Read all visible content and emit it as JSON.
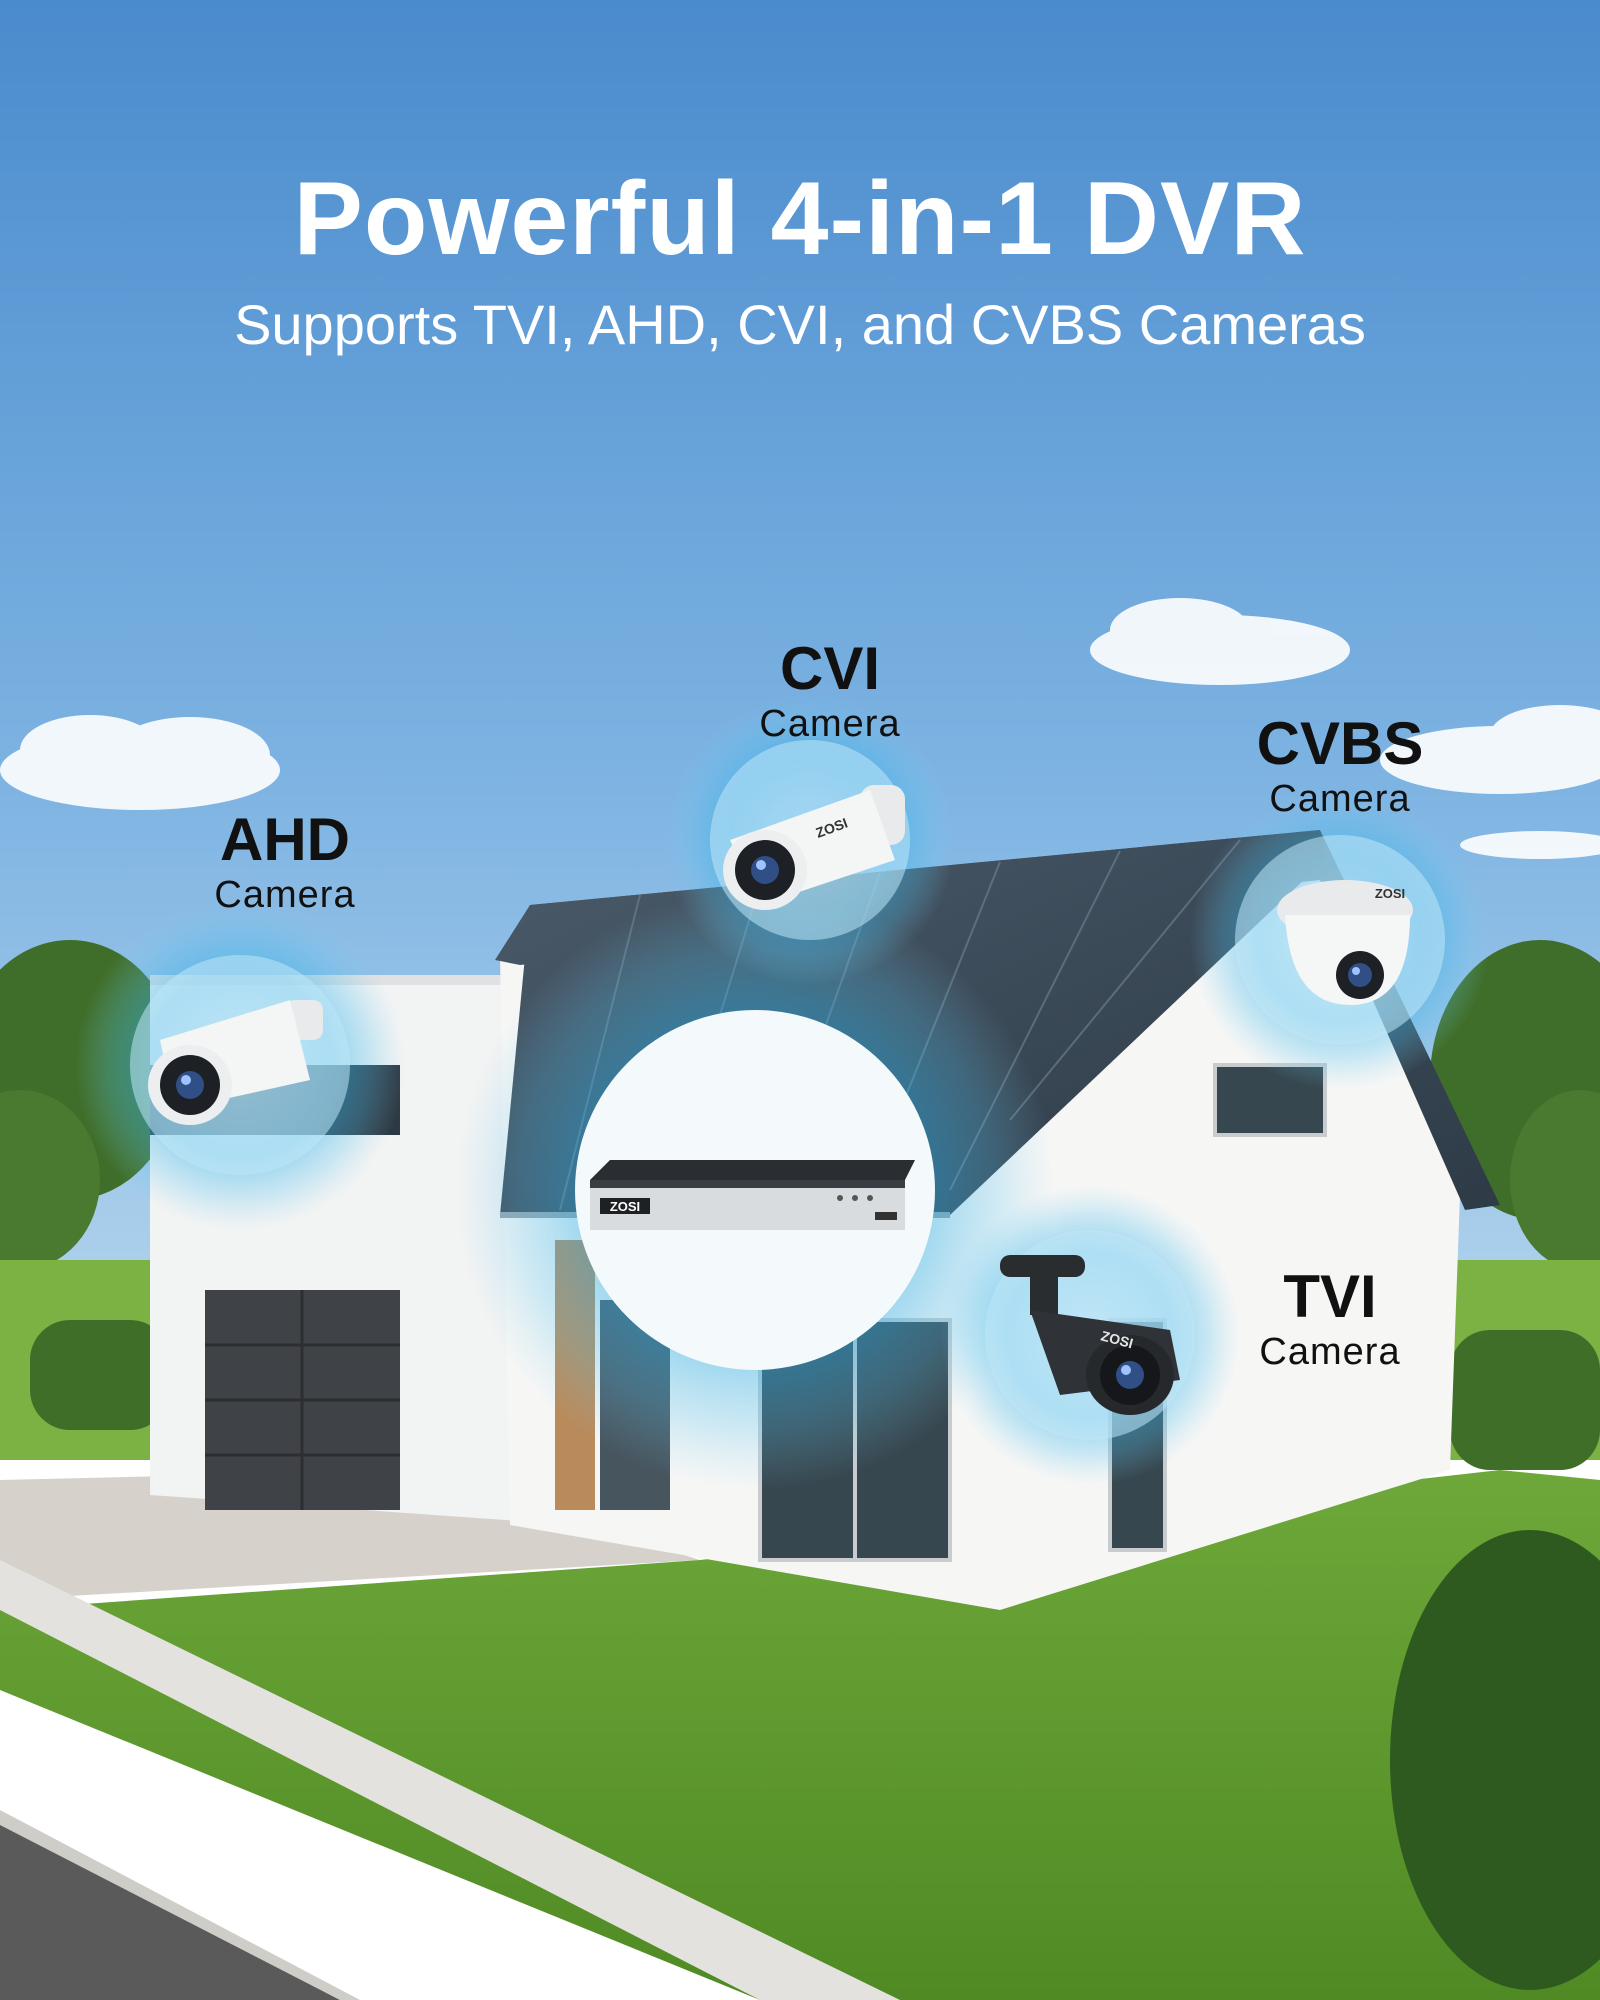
{
  "hero": {
    "title": "Powerful 4-in-1 DVR",
    "subtitle": "Supports TVI, AHD, CVI, and CVBS Cameras"
  },
  "cameras": [
    {
      "type": "AHD",
      "kind": "Camera",
      "icon": "bullet-camera-icon",
      "color": "white"
    },
    {
      "type": "CVI",
      "kind": "Camera",
      "icon": "bullet-camera-icon",
      "color": "white",
      "brand": "ZOSI"
    },
    {
      "type": "CVBS",
      "kind": "Camera",
      "icon": "dome-camera-icon",
      "color": "white",
      "brand": "ZOSI"
    },
    {
      "type": "TVI",
      "kind": "Camera",
      "icon": "bullet-camera-icon",
      "color": "black",
      "brand": "ZOSI"
    }
  ],
  "dvr": {
    "brand": "ZOSI",
    "icon": "dvr-recorder-icon"
  },
  "colors": {
    "sky_top": "#4d8fd0",
    "sky_bottom": "#a8cdea",
    "glow": "#36b2e6",
    "grass": "#5f9a2e",
    "roof": "#3e4e5c",
    "wall": "#f3f4f4"
  }
}
